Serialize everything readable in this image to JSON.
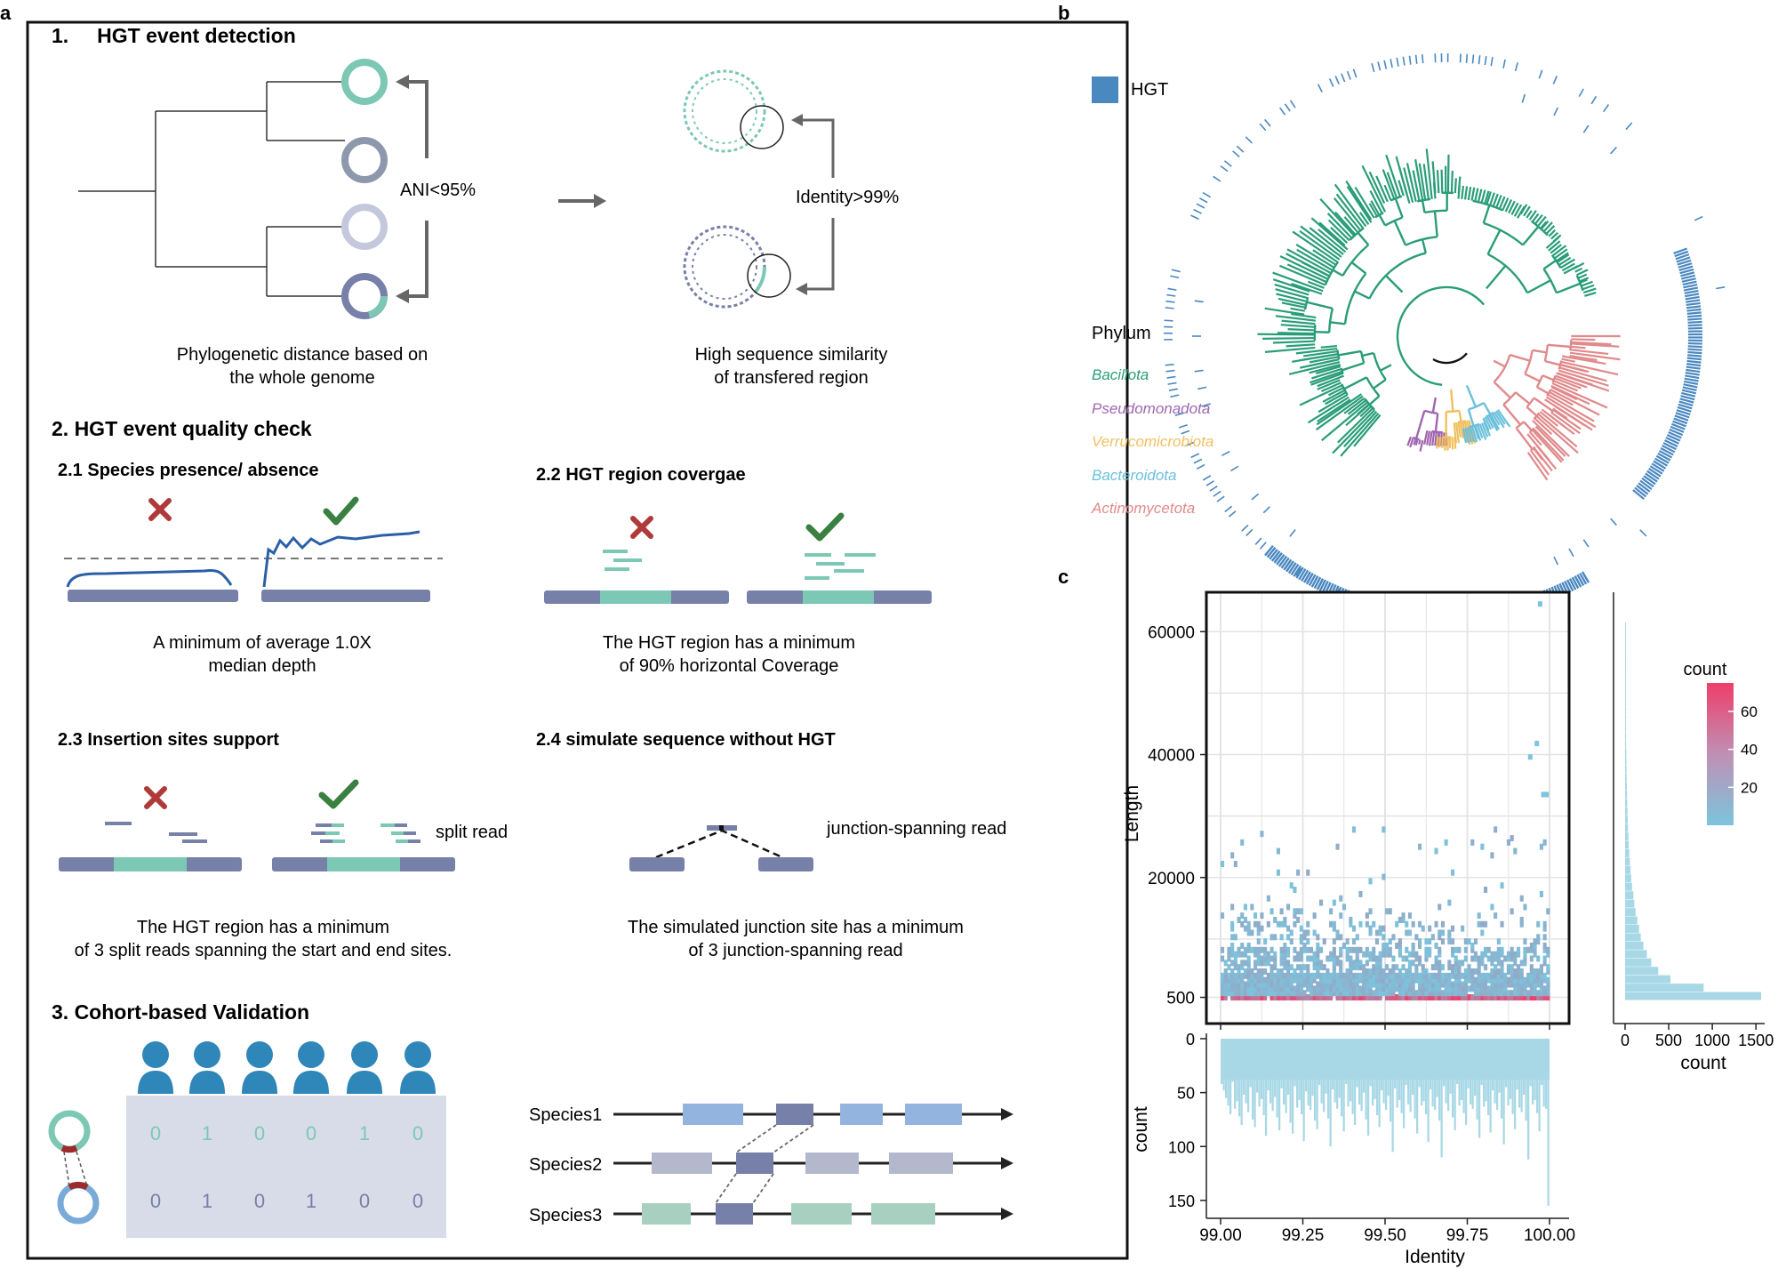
{
  "panel_labels": {
    "a": "a",
    "b": "b",
    "c": "c"
  },
  "section1": {
    "title": "1.     HGT event detection",
    "ani_label": "ANI<95%",
    "identity_label": "Identity>99%",
    "caption_left": [
      "Phylogenetic distance based on",
      "the whole genome"
    ],
    "caption_right": [
      "High sequence similarity",
      "of transfered region"
    ]
  },
  "section2": {
    "title": "2. HGT event quality check",
    "s21": {
      "title": "2.1 Species presence/ absence",
      "caption": [
        "A minimum of average 1.0X",
        "median depth"
      ]
    },
    "s22": {
      "title": "2.2 HGT region covergae",
      "caption": [
        "The HGT region has a minimum",
        "of 90% horizontal Coverage"
      ]
    },
    "s23": {
      "title": "2.3 Insertion sites support",
      "split_read": "split read",
      "caption": [
        "The HGT region has a minimum",
        "of 3 split reads spanning the start and end sites."
      ]
    },
    "s24": {
      "title": "2.4 simulate sequence without HGT",
      "junction_read": "junction-spanning read",
      "caption": [
        "The simulated junction site has a minimum",
        "of 3 junction-spanning read"
      ]
    }
  },
  "section3": {
    "title": "3. Cohort-based Validation",
    "matrix": [
      [
        "0",
        "1",
        "0",
        "0",
        "1",
        "0"
      ],
      [
        "0",
        "1",
        "0",
        "1",
        "0",
        "0"
      ]
    ],
    "species": [
      "Species1",
      "Species2",
      "Species3"
    ]
  },
  "tree_legend": {
    "hgt_label": "HGT",
    "phylum_title": "Phylum",
    "phyla": [
      {
        "name": "Bacillota",
        "color": "#2a9d78"
      },
      {
        "name": "Pseudomonadota",
        "color": "#a066b0"
      },
      {
        "name": "Verrucomicrobiota",
        "color": "#f0c060"
      },
      {
        "name": "Bacteroidota",
        "color": "#6cc0dc"
      },
      {
        "name": "Actinomycetota",
        "color": "#e08a8c"
      }
    ]
  },
  "colors": {
    "hgt_ring": "#4a88c0",
    "teal": "#7cc8b4",
    "slate": "#7680a8",
    "cross": "#b03a3a",
    "check": "#3a8040",
    "person": "#2f86b8",
    "hist": "#a8d8e6"
  },
  "chart_data": [
    {
      "type": "heatmap",
      "xlabel": "Identity",
      "ylabel": "Length",
      "xlim": [
        99.0,
        100.0
      ],
      "ylim": [
        0,
        66000
      ],
      "x_ticks": [
        "99.00",
        "99.25",
        "99.50",
        "99.75",
        "100.00"
      ],
      "y_ticks": [
        "500",
        "20000",
        "40000",
        "60000"
      ],
      "legend_title": "count",
      "legend_ticks": [
        "20",
        "40",
        "60"
      ],
      "legend_range": [
        0,
        75
      ],
      "color_low": "#7cc4dd",
      "color_high": "#ee3e6a",
      "outliers": [
        [
          99.97,
          64500
        ],
        [
          99.96,
          41800
        ],
        [
          99.94,
          39600
        ],
        [
          99.99,
          33500
        ],
        [
          99.98,
          33500
        ]
      ]
    },
    {
      "type": "bar",
      "orientation": "vertical-down",
      "xlabel": "Identity",
      "ylabel": "count",
      "y_ticks": [
        "0",
        "50",
        "100",
        "150"
      ],
      "ylim": [
        0,
        160
      ],
      "values": [
        42,
        48,
        55,
        62,
        70,
        40,
        65,
        58,
        72,
        80,
        52,
        60,
        68,
        45,
        75,
        82,
        50,
        63,
        56,
        71,
        90,
        48,
        60,
        67,
        54,
        73,
        85,
        46,
        61,
        69,
        52,
        78,
        88,
        44,
        64,
        57,
        70,
        95,
        49,
        62,
        66,
        53,
        76,
        84,
        43,
        60,
        68,
        51,
        74,
        100,
        47,
        59,
        65,
        55,
        72,
        86,
        42,
        63,
        58,
        70,
        80,
        45,
        61,
        67,
        50,
        75,
        90,
        44,
        62,
        56,
        71,
        82,
        48,
        60,
        66,
        53,
        77,
        105,
        46,
        64,
        57,
        69,
        83,
        43,
        61,
        68,
        52,
        74,
        88,
        45,
        62,
        58,
        70,
        96,
        47,
        63,
        66,
        54,
        76,
        110,
        44,
        60,
        67,
        51,
        73,
        85,
        42,
        62,
        57,
        69,
        80,
        46,
        61,
        65,
        53,
        75,
        92,
        43,
        63,
        58,
        71,
        87,
        48,
        60,
        66,
        50,
        74,
        98,
        45,
        62,
        56,
        70,
        84,
        47,
        64,
        68,
        52,
        76,
        112,
        44,
        61,
        57,
        69,
        86,
        43,
        63,
        65,
        155
      ]
    },
    {
      "type": "bar",
      "orientation": "horizontal",
      "xlabel": "count",
      "x_ticks": [
        "0",
        "500",
        "1000",
        "1500"
      ],
      "xlim": [
        0,
        1600
      ],
      "values": [
        1560,
        900,
        520,
        380,
        300,
        250,
        210,
        180,
        160,
        140,
        120,
        105,
        95,
        80,
        70,
        62,
        55,
        48,
        42,
        38,
        33,
        30,
        27,
        24,
        22,
        20,
        18,
        16,
        15,
        14,
        12,
        11,
        10,
        9,
        8,
        7,
        6,
        5,
        5,
        4,
        4,
        3,
        3,
        2,
        2
      ]
    }
  ]
}
